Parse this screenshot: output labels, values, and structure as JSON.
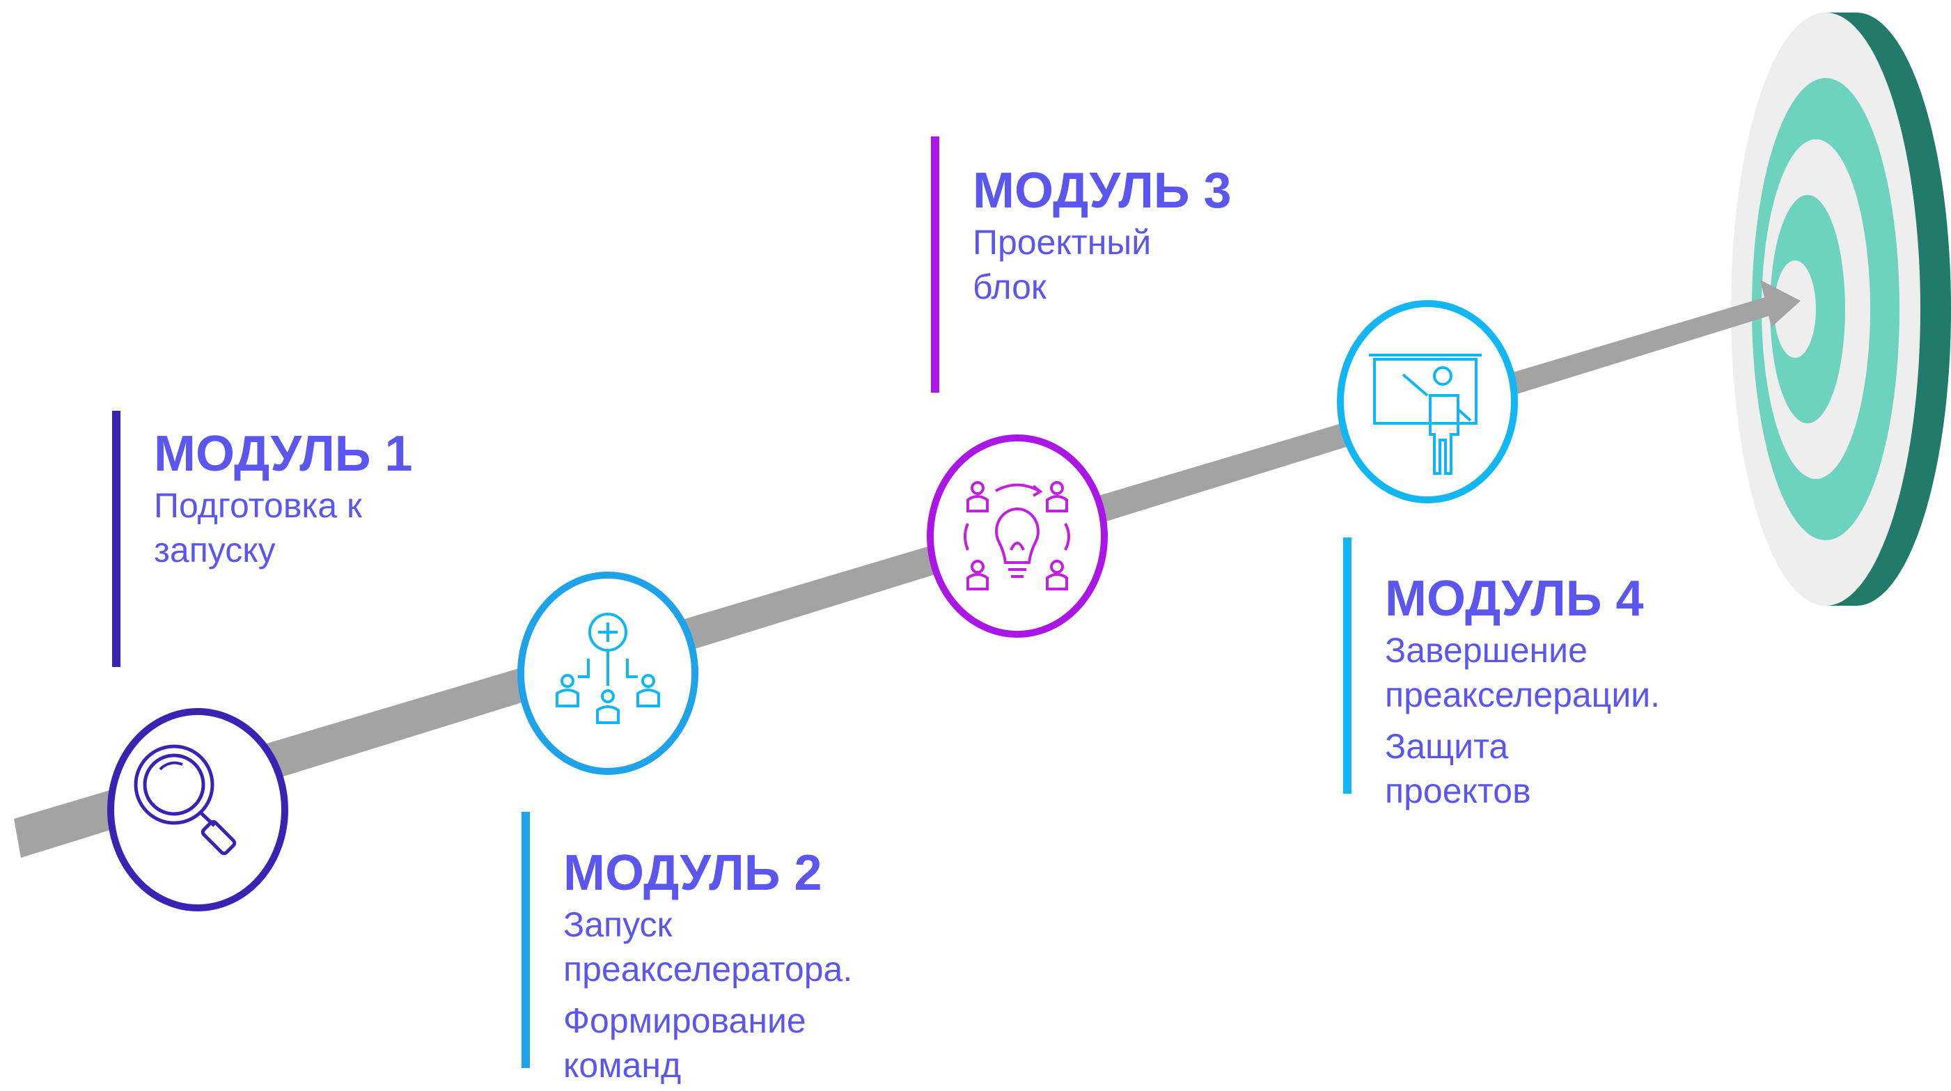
{
  "modules": [
    {
      "title": "МОДУЛЬ 1",
      "lines": [
        "Подготовка к\nзапуску"
      ],
      "color": "#3a22b3",
      "icon": "magnifier-icon"
    },
    {
      "title": "МОДУЛЬ 2",
      "lines": [
        "Запуск\nпреакселератора.",
        "Формирование\nкоманд"
      ],
      "color": "#1ea2ea",
      "icon": "team-structure-icon"
    },
    {
      "title": "МОДУЛЬ 3",
      "lines": [
        "Проектный блок"
      ],
      "color": "#aa16e6",
      "icon": "lightbulb-team-icon"
    },
    {
      "title": "МОДУЛЬ 4",
      "lines": [
        "Завершение\nпреакселерации.",
        "Защита проектов"
      ],
      "color": "#11b6f2",
      "icon": "presenter-icon"
    }
  ],
  "colors": {
    "heading": "#5b57ee",
    "arrow": "#a3a3a3",
    "target_dark": "#217a6a",
    "target_light": "#6dd3bf",
    "target_white": "#eeeeee"
  }
}
